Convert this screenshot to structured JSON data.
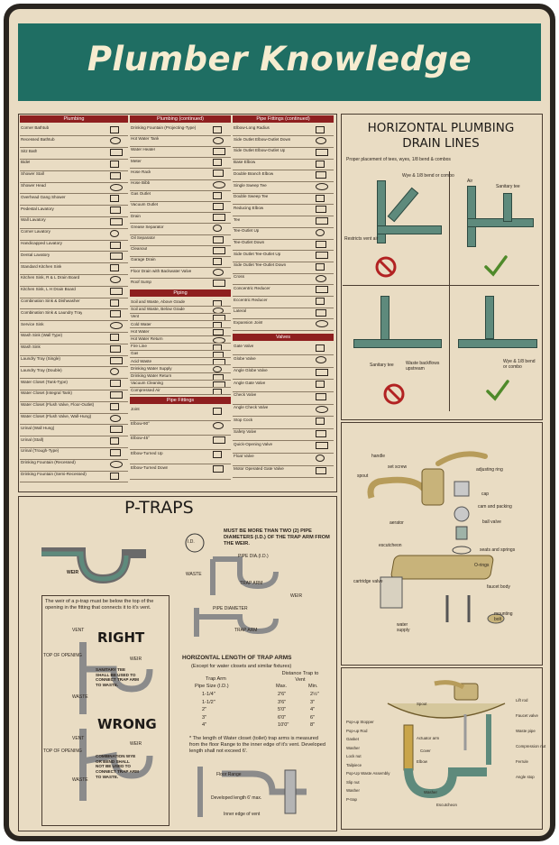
{
  "banner": {
    "title": "Plumber Knowledge"
  },
  "tables": {
    "plumbing": {
      "header": "Plumbing",
      "rows": [
        "Corner Bathtub",
        "Recessed Bathtub",
        "Sitz Bath",
        "Bidet",
        "Shower Stall",
        "Shower Head",
        "Overhead Gang Shower",
        "Pedestal Lavatory",
        "Wall Lavatory",
        "Corner Lavatory",
        "Handicapped Lavatory",
        "Dental Lavatory",
        "Standard Kitchen Sink",
        "Kitchen Sink, R & L Drain Board",
        "Kitchen Sink, L H Drain Board",
        "Combination Sink & Dishwasher",
        "Combination Sink & Laundry Tray",
        "Service Sink",
        "Wash Sink (Wall Type)",
        "Wash Sink",
        "Laundry Tray (Single)",
        "Laundry Tray (Double)",
        "Water Closet (Tank-Type)",
        "Water Closet (Integral Tank)",
        "Water Closet (Flush Valve, Floor-Outlet)",
        "Water Closet (Flush Valve, Wall-Hung)",
        "Urinal (Wall Hung)",
        "Urinal (Stall)",
        "Urinal (Trough-Type)",
        "Drinking Fountain (Recessed)",
        "Drinking Fountain (Semi-Recessed)"
      ]
    },
    "plumbing_cont": {
      "header": "Plumbing (continued)",
      "rows": [
        "Drinking Fountain (Projecting-Type)",
        "Hot Water Tank",
        "Water Heater",
        "Meter",
        "Hose Rack",
        "Hose Bibb",
        "Gas Outlet",
        "Vacuum Outlet",
        "Drain",
        "Grease Separator",
        "Oil Separator",
        "Cleanout",
        "Garage Drain",
        "Floor Drain with Backwater Valve",
        "Roof Sump"
      ]
    },
    "piping": {
      "header": "Piping",
      "rows": [
        "Soil and Waste, Above Grade",
        "Soil and Waste, Below Grade",
        "Vent",
        "Cold Water",
        "Hot Water",
        "Hot Water Return",
        "Fire Line",
        "Gas",
        "Acid Waste",
        "Drinking Water Supply",
        "Drinking Water Return",
        "Vacuum Cleaning",
        "Compressed Air"
      ]
    },
    "pipe_fittings_left": {
      "header": "Pipe Fittings",
      "rows": [
        "Joint",
        "Elbow-90°",
        "Elbow-45°",
        "Elbow-Turned Up",
        "Elbow-Turned Down"
      ]
    },
    "pipe_fittings_cont": {
      "header": "Pipe Fittings (continued)",
      "rows": [
        "Elbow-Long Radius",
        "Side Outlet Elbow-Outlet Down",
        "Side Outlet Elbow-Outlet Up",
        "Base Elbow",
        "Double Branch Elbow",
        "Single Sweep Tee",
        "Double Sweep Tee",
        "Reducing Elbow",
        "Tee",
        "Tee-Outlet Up",
        "Tee-Outlet Down",
        "Side Outlet Tee-Outlet Up",
        "Side Outlet Tee-Outlet Down",
        "Cross",
        "Concentric Reducer",
        "Eccentric Reducer",
        "Lateral",
        "Expansion Joint"
      ]
    },
    "valves": {
      "header": "Valves",
      "rows": [
        "Gate Valve",
        "Globe Valve",
        "Angle Globe Valve",
        "Angle Gate Valve",
        "Check Valve",
        "Angle Check Valve",
        "Stop Cock",
        "Safety Valve",
        "Quick-Opening Valve",
        "Float Valve",
        "Motor Operated Gate Valve"
      ]
    }
  },
  "horizontal": {
    "title_line1": "HORIZONTAL PLUMBING",
    "title_line2": "DRAIN LINES",
    "subtitle": "Proper placement of tees, wyes, 1/8 bend & combos",
    "labels": {
      "wye": "Wye & 1/8 bend or combo",
      "restricts": "Restricts vent air",
      "air": "Air",
      "sanitary_tee_top": "Sanitary tee",
      "sanitary_tee": "Sanitary tee",
      "backflows": "Waste backflows upstream",
      "wye2": "Wye & 1/8 bend or combo"
    }
  },
  "faucet": {
    "labels": [
      "handle",
      "set screw",
      "spout",
      "adjusting ring",
      "cap",
      "cam and packing",
      "ball valve",
      "aerator",
      "escutcheon",
      "seats and springs",
      "O-rings",
      "cartridge valve",
      "faucet body",
      "mounting bolt",
      "water supply"
    ]
  },
  "ptraps": {
    "title": "P-TRAPS",
    "note_top": "MUST BE MORE THAN TWO (2) PIPE DIAMETERS (I.D.) OF THE TRAP ARM FROM THE WEIR.",
    "labels": {
      "weir": "WEIR",
      "id": "I.D.",
      "pipe_dia": "PIPE DIA.(I.D.)",
      "waste": "WASTE",
      "trap_arm": "TRAP ARM",
      "pipe_diameter": "PIPE DIAMETER",
      "trap_arm2": "TRAP ARM",
      "weir2": "WEIR"
    },
    "note_weir": "The weir of a p-trap must be below the top of the opening in the fitting that connects it to it's vent.",
    "right": "RIGHT",
    "wrong": "WRONG",
    "right_labels": {
      "vent": "VENT",
      "top": "TOP OF OPENING",
      "weir": "WEIR",
      "waste": "WASTE",
      "note": "SANITARY TEE SHALL BE USED TO CONNECT TRAP ARM TO WASTE."
    },
    "wrong_labels": {
      "vent": "VENT",
      "top": "TOP OF OPENING",
      "weir": "WEIR",
      "waste": "WASTE",
      "note": "COMBINATION WYE OR BEND SHALL NOT BE USED TO CONNECT TRAP ARM TO WASTE."
    },
    "trap_arms": {
      "title": "HORIZONTAL LENGTH OF TRAP ARMS",
      "subtitle": "(Except for water closets and similar fixtures)",
      "col1a": "Trap Arm",
      "col1b": "Pipe Size (I.D.)",
      "col2": "Distance Trap to Vent",
      "max": "Max.",
      "min": "Min.",
      "rows": [
        [
          "1-1/4\"",
          "2'6\"",
          "2½\""
        ],
        [
          "1-1/2\"",
          "3'6\"",
          "3\""
        ],
        [
          "2\"",
          "5'0\"",
          "4\""
        ],
        [
          "3\"",
          "6'0\"",
          "6\""
        ],
        [
          "4\"",
          "10'0\"",
          "8\""
        ]
      ]
    },
    "note_wc": "* The length of Water closet (toilet) trap arms is measured from the floor Range to the inner edge of it's vent. Developed length shall not exceed 6'.",
    "labels_wc": {
      "floor_range": "Floor Range",
      "developed": "Developed length 6' max.",
      "inner": "Inner edge of vent"
    }
  },
  "sink": {
    "labels_left": [
      "Pop-up Stopper",
      "Pop-up Rod",
      "Gasket",
      "Washer",
      "Lock nut",
      "Tailpiece",
      "Pop-Up Waste Assembly",
      "Slip nut",
      "Washer",
      "P-trap"
    ],
    "labels_right": [
      "Lift rod",
      "Faucet valve",
      "Waste pipe",
      "Compression nut",
      "Ferrule",
      "Angle stop"
    ],
    "labels_mid": [
      "Spout",
      "Actuator arm",
      "Cover",
      "Elbow",
      "Washer",
      "Escutcheon"
    ]
  }
}
